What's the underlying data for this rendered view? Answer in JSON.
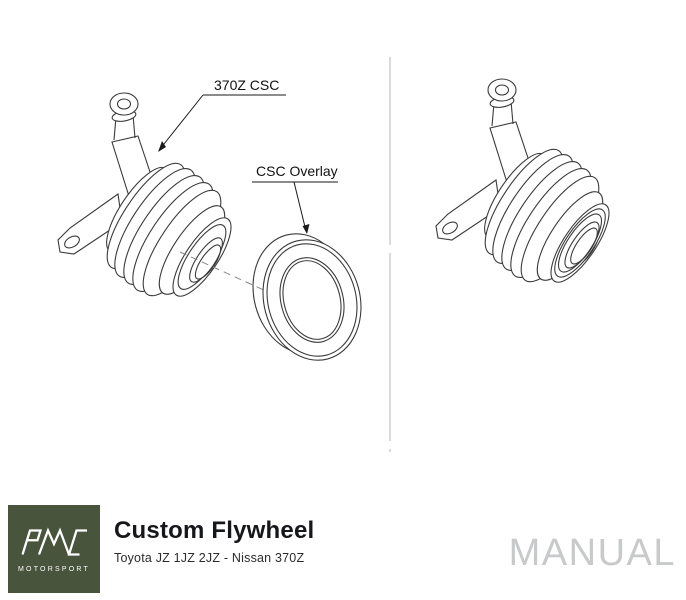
{
  "diagram": {
    "labels": {
      "csc": "370Z CSC",
      "overlay": "CSC Overlay"
    }
  },
  "footer": {
    "logo": {
      "brand": "PMC",
      "subbrand": "MOTORSPORT",
      "bg_color": "#48543c"
    },
    "title": "Custom Flywheel",
    "subtitle": "Toyota JZ 1JZ 2JZ - Nissan 370Z",
    "watermark": "MANUAL"
  },
  "colors": {
    "drawing_line": "#3b3b3b",
    "centerline": "#888888",
    "divider": "#b5b5b5",
    "watermark_text": "#c7c9ca"
  }
}
